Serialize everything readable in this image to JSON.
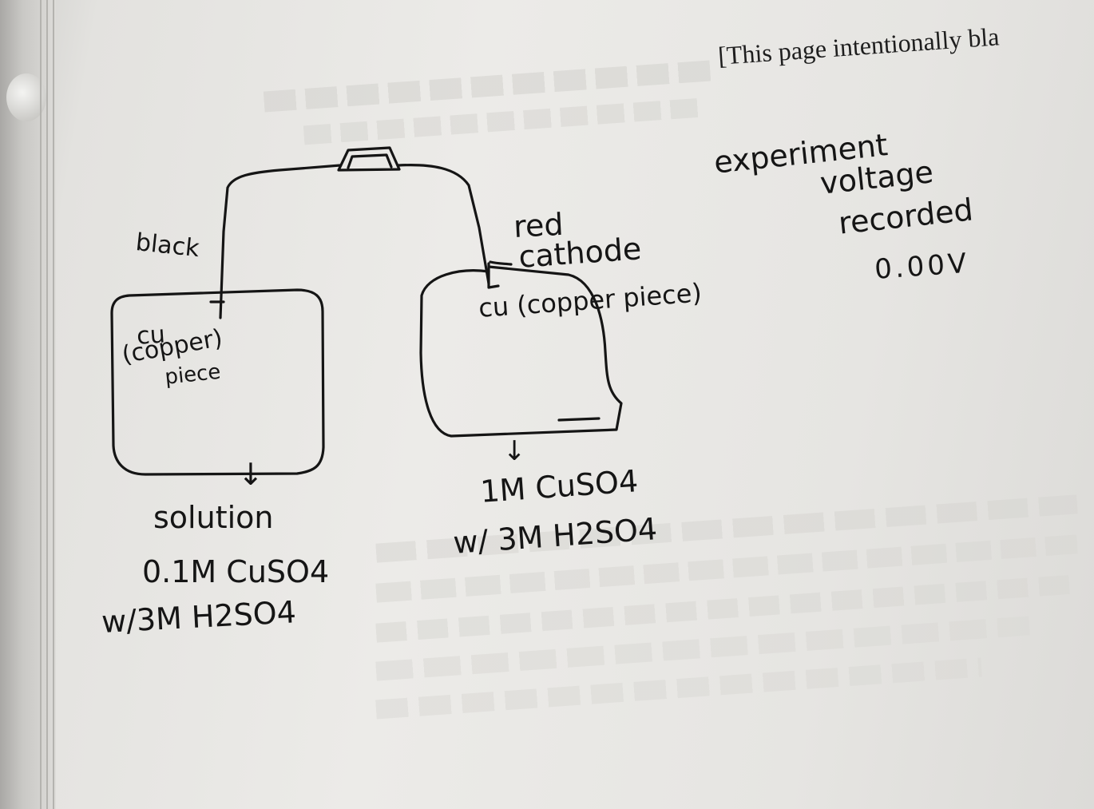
{
  "printed_header": "[This page intentionally bla",
  "left_cell": {
    "lead_label": "black",
    "electrode_line1": "cu",
    "electrode_line2": "(copper)",
    "electrode_line3": "piece",
    "arrow": "↓",
    "solution_line1": "solution",
    "solution_line2": "0.1M CuSO4",
    "solution_line3": "w/3M H2SO4"
  },
  "right_cell": {
    "lead_label": "red",
    "role_label": "cathode",
    "electrode_label": "cu (copper piece)",
    "arrow": "↓",
    "solution_line1": "1M CuSO4",
    "solution_line2": "w/ 3M H2SO4"
  },
  "notes": {
    "line1": "experiment",
    "line2": "voltage",
    "line3": "recorded",
    "line4": "0.00V"
  },
  "colors": {
    "ink": "#151515",
    "paper": "#ecebe8"
  }
}
